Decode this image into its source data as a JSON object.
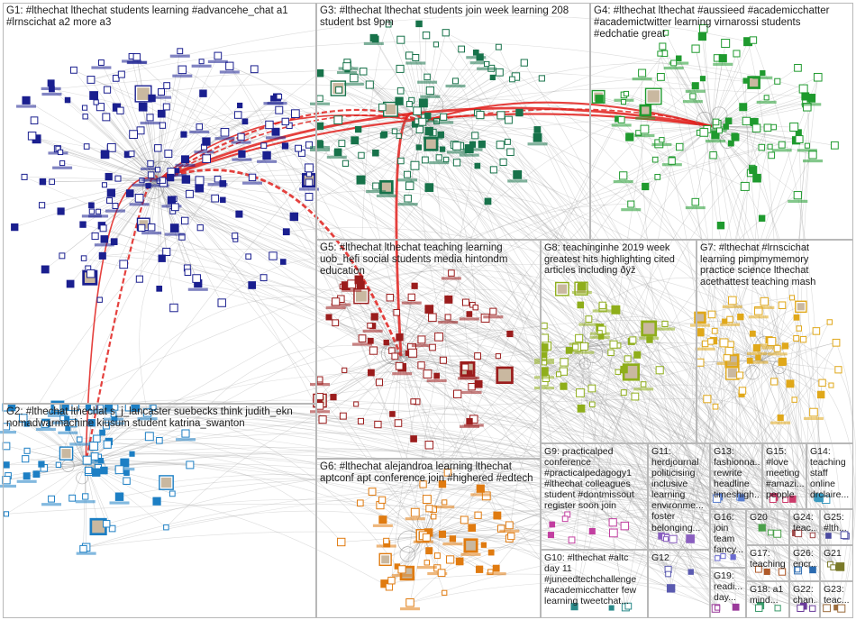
{
  "graph": {
    "background_color": "#ffffff",
    "edge_color": "#9a9a9a",
    "highlight_edge_color": "#e0201c",
    "group_border_color": "#b8b8b8",
    "groups": [
      {
        "id": "G1",
        "label": "G1: #lthechat lthechat students learning #advancehe_chat a1\n#lrnscichat a2 more a3",
        "color": "#1a1f8f"
      },
      {
        "id": "G2",
        "label": "G2: #lthechat lthechat s_j_lancaster suebecks think judith_ekn\nnomadwarmachine kiusum student katrina_swanton",
        "color": "#1d7fc4"
      },
      {
        "id": "G3",
        "label": "G3: #lthechat lthechat students join week learning 208\nstudent bst 9pm",
        "color": "#17724a"
      },
      {
        "id": "G4",
        "label": "G4: #lthechat lthechat #aussieed #academicchatter\n#academictwitter learning virnarossi students\n#edchatie great",
        "color": "#1f9a2e"
      },
      {
        "id": "G5",
        "label": "G5: #lthechat lthechat teaching learning\nuob_hefi social students media hintondm\neducation",
        "color": "#9b1c1c"
      },
      {
        "id": "G8",
        "label": "G8: teachinginhe 2019 week\ngreatest hits highlighting cited\narticles including ðÿž",
        "color": "#8fae1b"
      },
      {
        "id": "G7",
        "label": "G7: #lthechat #lrnscichat\nlearning pimpmymemory\npractice science lthechat\nacethattest teaching mash",
        "color": "#e0a81a"
      },
      {
        "id": "G6",
        "label": "G6: #lthechat alejandroa learning lthechat\naptconf apt conference join #highered #edtech",
        "color": "#e07b10"
      },
      {
        "id": "G9",
        "label": "G9: practicalped\nconference\n#practicalpedagogy1\n#lthechat colleagues\nstudent #dontmissout\nregister soon join",
        "color": "#c23fa0"
      },
      {
        "id": "G11",
        "label": "G11:\nherdjournal\npoliticising\ninclusive\nlearning\nenvironme...\nfoster\nbelonging...",
        "color": "#8a5fc0"
      },
      {
        "id": "G13",
        "label": "G13:\nfashionna...\nrewrite\nheadline\ntimeshigh...",
        "color": "#5a7fd0"
      },
      {
        "id": "G15",
        "label": "G15:\n#love\nmeeting\n#amazi...\npeople",
        "color": "#cc3a6a"
      },
      {
        "id": "G14",
        "label": "G14:\nteaching\nstaff\nonline\ndrclaire...",
        "color": "#3a9ac0"
      },
      {
        "id": "G16",
        "label": "G16:\njoin\nteam\nfancy...",
        "color": "#6a6ad0"
      },
      {
        "id": "G20",
        "label": "G20",
        "color": "#4aa04a"
      },
      {
        "id": "G24",
        "label": "G24:\nteac...",
        "color": "#a04a4a"
      },
      {
        "id": "G25",
        "label": "G25:\n#lth...",
        "color": "#4a4aa0"
      },
      {
        "id": "G10",
        "label": "G10: #lthechat #altc\nday 11\n#juneedtechchallenge\n#academicchatter few\nlearning tweetchat...",
        "color": "#2a8a8a"
      },
      {
        "id": "G12",
        "label": "G12",
        "color": "#5a5ab0"
      },
      {
        "id": "G17",
        "label": "G17:\nteaching",
        "color": "#b05a2a"
      },
      {
        "id": "G26",
        "label": "G26:\nencr...",
        "color": "#2a6ab0"
      },
      {
        "id": "G21",
        "label": "G21",
        "color": "#7a7a2a"
      },
      {
        "id": "G19",
        "label": "G19:\nreadi...\nday...",
        "color": "#9a3a9a"
      },
      {
        "id": "G18",
        "label": "G18: a1\nmind...",
        "color": "#3a9a6a"
      },
      {
        "id": "G22",
        "label": "G22:\nchan...",
        "color": "#6a3a9a"
      },
      {
        "id": "G23",
        "label": "G23:\nteac...",
        "color": "#9a6a3a"
      }
    ]
  }
}
